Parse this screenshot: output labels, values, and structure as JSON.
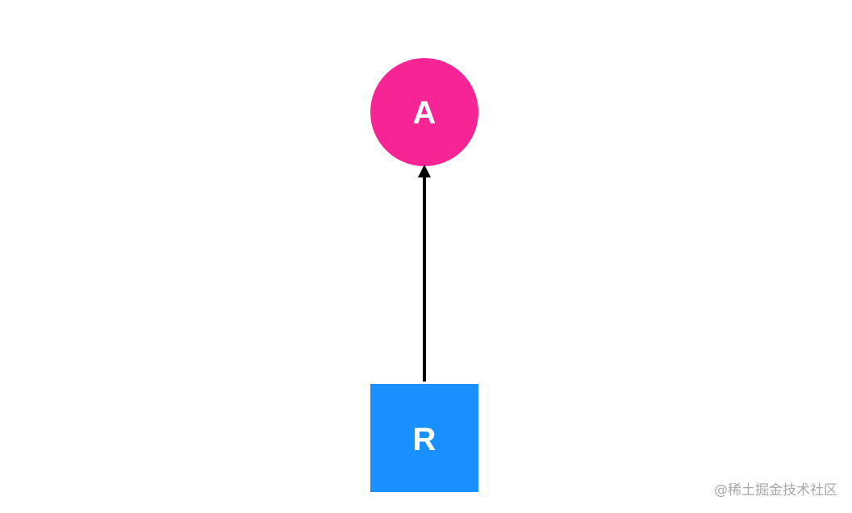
{
  "nodes": {
    "a": {
      "label": "A",
      "shape": "circle",
      "color": "#f72496"
    },
    "r": {
      "label": "R",
      "shape": "square",
      "color": "#1a90ff"
    }
  },
  "edges": [
    {
      "from": "R",
      "to": "A",
      "color": "#000000"
    }
  ],
  "watermark": "@稀土掘金技术社区"
}
